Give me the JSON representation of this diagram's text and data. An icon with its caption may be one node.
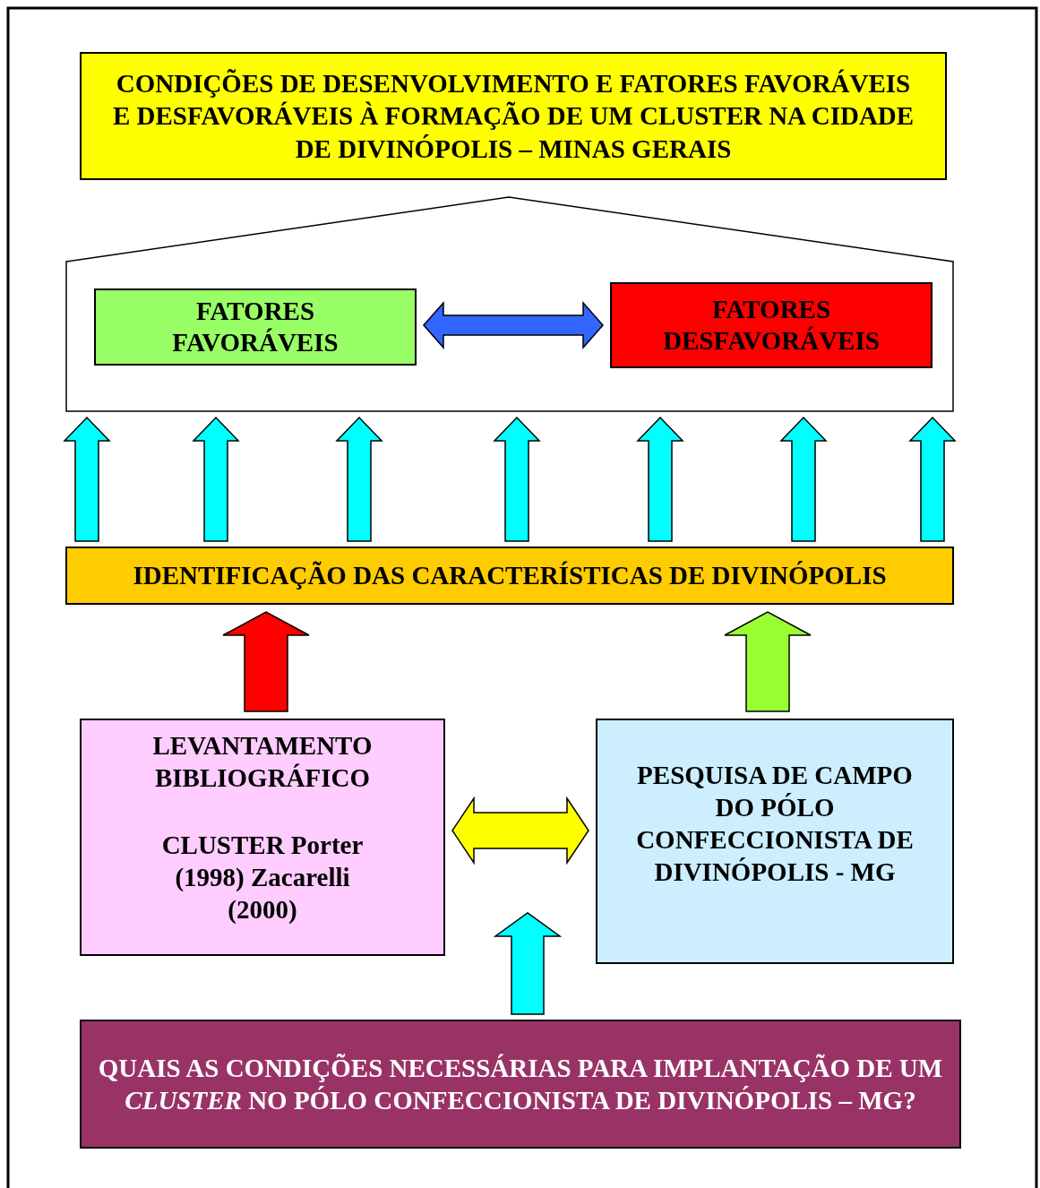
{
  "diagram": {
    "nodes": [
      {
        "text": [
          "CONDIÇÕES DE DESENVOLVIMENTO E FATORES FAVORÁVEIS E DESFAVORÁVEIS À FORMAÇÃO DE UM CLUSTER NA CIDADE DE DIVINÓPOLIS – MINAS GERAIS"
        ]
      },
      {
        "text": [],
        "shape": "pentagon"
      },
      {
        "text": [
          "FATORES FAVORÁVEIS"
        ],
        "in": 1
      },
      {
        "text": [
          "FATORES DESFAVORÁVEIS"
        ],
        "in": 1
      },
      {
        "text": [
          "IDENTIFICAÇÃO DAS CARACTERÍSTICAS DE DIVINÓPOLIS"
        ]
      },
      {
        "text": [
          "LEVANTAMENTO BIBLIOGRÁFICO",
          "CLUSTER Porter (1998) Zacarelli (2000)"
        ]
      },
      {
        "text": [
          "PESQUISA DE CAMPO DO PÓLO CONFECCIONISTA DE DIVINÓPOLIS - MG"
        ]
      },
      {
        "text": [
          "QUAIS AS CONDIÇÕES NECESSÁRIAS PARA IMPLANTAÇÃO DE UM *CLUSTER* NO PÓLO CONFECCIONISTA DE DIVINÓPOLIS – MG?"
        ]
      }
    ],
    "edges": [
      {
        "from": 2,
        "to": 3,
        "arrow": "both",
        "color": "#3366ff"
      },
      {
        "from": 4,
        "to": 1,
        "arrow": "to"
      },
      {
        "from": 4,
        "to": 1,
        "arrow": "to"
      },
      {
        "from": 4,
        "to": 1,
        "arrow": "to"
      },
      {
        "from": 4,
        "to": 1,
        "arrow": "to"
      },
      {
        "from": 4,
        "to": 1,
        "arrow": "to"
      },
      {
        "from": 4,
        "to": 1,
        "arrow": "to"
      },
      {
        "from": 4,
        "to": 1,
        "arrow": "to"
      },
      {
        "from": 5,
        "to": 4,
        "arrow": "to",
        "color": "#ff0000"
      },
      {
        "from": 6,
        "to": 4,
        "arrow": "to",
        "color": "#99ff33"
      },
      {
        "from": 5,
        "to": 6,
        "arrow": "both",
        "color": "#ffff00"
      },
      {
        "from": 7,
        "to": null,
        "arrow": "to"
      }
    ]
  }
}
